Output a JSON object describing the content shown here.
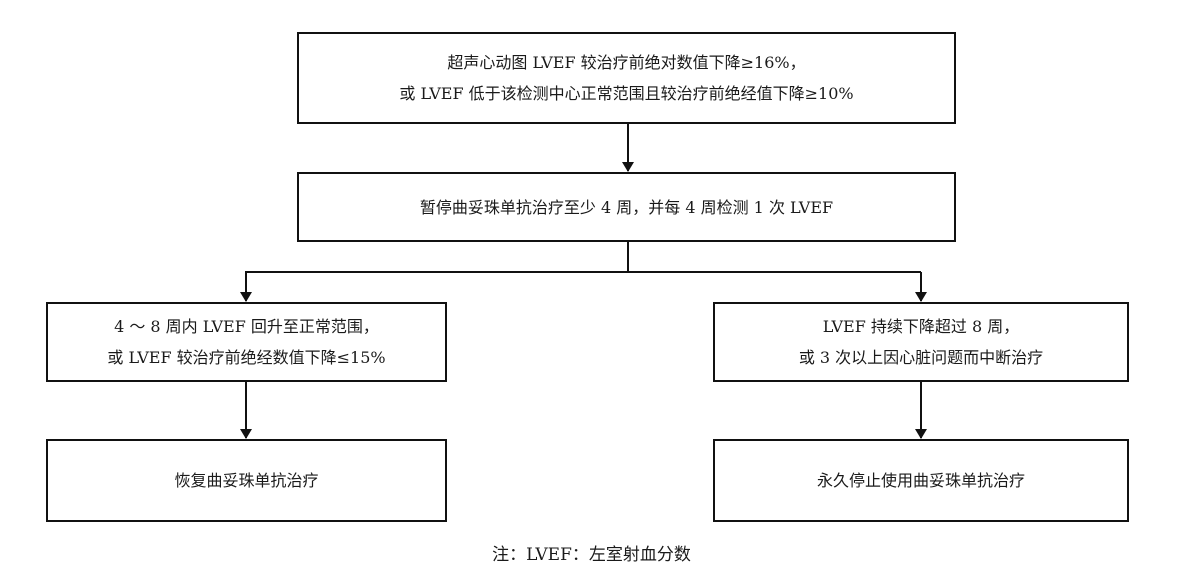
{
  "flowchart": {
    "box1": {
      "line1": "超声心动图 LVEF 较治疗前绝对数值下降≥16%，",
      "line2": "或 LVEF 低于该检测中心正常范围且较治疗前绝经值下降≥10%"
    },
    "box2": {
      "line1": "暂停曲妥珠单抗治疗至少 4 周，并每 4 周检测 1 次 LVEF"
    },
    "box3": {
      "line1": "4 ～ 8 周内 LVEF 回升至正常范围，",
      "line2": "或 LVEF 较治疗前绝经数值下降≤15%"
    },
    "box4": {
      "line1": "LVEF 持续下降超过 8 周，",
      "line2": "或 3 次以上因心脏问题而中断治疗"
    },
    "box5": {
      "line1": "恢复曲妥珠单抗治疗"
    },
    "box6": {
      "line1": "永久停止使用曲妥珠单抗治疗"
    }
  },
  "note": "注：LVEF：左室射血分数"
}
